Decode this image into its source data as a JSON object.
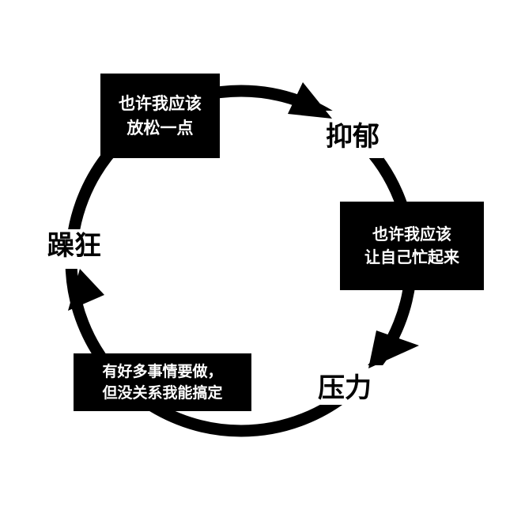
{
  "states": {
    "depression": "抑郁",
    "stress": "压力",
    "mania": "躁狂"
  },
  "thoughts": {
    "relax": [
      "也许我应该",
      "放松一点"
    ],
    "busy": [
      "也许我应该",
      "让自己忙起来"
    ],
    "manage": [
      "有好多事情要做，",
      "但没关系我能搞定"
    ]
  },
  "colors": {
    "ink": "#000000",
    "background": "#ffffff"
  }
}
